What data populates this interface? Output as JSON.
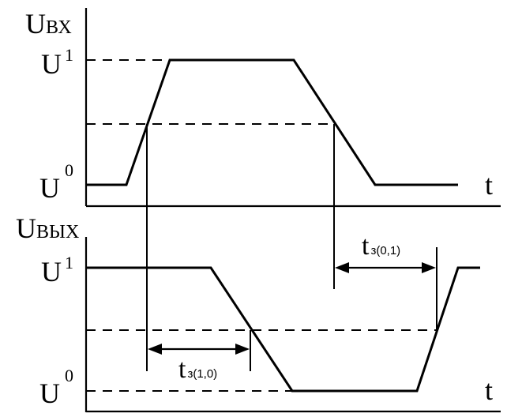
{
  "top_graph": {
    "y_label_main": "U",
    "y_label_sub": "ВХ",
    "level_high_main": "U",
    "level_high_sup": "1",
    "level_low_main": "U",
    "level_low_sup": "0",
    "x_label": "t"
  },
  "bottom_graph": {
    "y_label_main": "U",
    "y_label_sub": "ВЫХ",
    "level_high_main": "U",
    "level_high_sup": "1",
    "level_low_main": "U",
    "level_low_sup": "0",
    "x_label": "t"
  },
  "delays": {
    "t_on_main": "t",
    "t_on_sub": "з(1,0)",
    "t_off_main": "t",
    "t_off_sub": "з(0,1)"
  }
}
